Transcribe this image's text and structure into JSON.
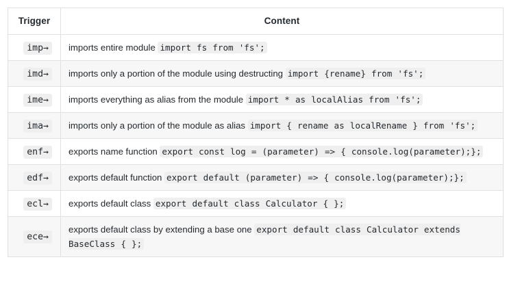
{
  "table": {
    "headers": {
      "trigger": "Trigger",
      "content": "Content"
    },
    "arrow_glyph": "→",
    "colors": {
      "page_background": "#ffffff",
      "border": "#dfe2e5",
      "stripe_row": "#f7f7f7",
      "code_chip_background": "#efefef",
      "text": "#24292e"
    },
    "rows": [
      {
        "trigger": "imp→",
        "description": "imports entire module ",
        "code": "import fs from 'fs';",
        "striped": false
      },
      {
        "trigger": "imd→",
        "description": "imports only a portion of the module using destructing ",
        "code": "import {rename} from 'fs';",
        "striped": true
      },
      {
        "trigger": "ime→",
        "description": "imports everything as alias from the module ",
        "code": "import * as localAlias from 'fs';",
        "striped": false
      },
      {
        "trigger": "ima→",
        "description": "imports only a portion of the module as alias ",
        "code": "import { rename as localRename } from 'fs';",
        "striped": true
      },
      {
        "trigger": "enf→",
        "description": "exports name function ",
        "code": "export const log = (parameter) => { console.log(parameter);};",
        "striped": false
      },
      {
        "trigger": "edf→",
        "description": "exports default function ",
        "code": "export default (parameter) => { console.log(parameter);};",
        "striped": true
      },
      {
        "trigger": "ecl→",
        "description": "exports default class ",
        "code": "export default class Calculator { };",
        "striped": false
      },
      {
        "trigger": "ece→",
        "description": "exports default class by extending a base one ",
        "code": "export default class Calculator extends BaseClass { };",
        "striped": true
      }
    ]
  }
}
